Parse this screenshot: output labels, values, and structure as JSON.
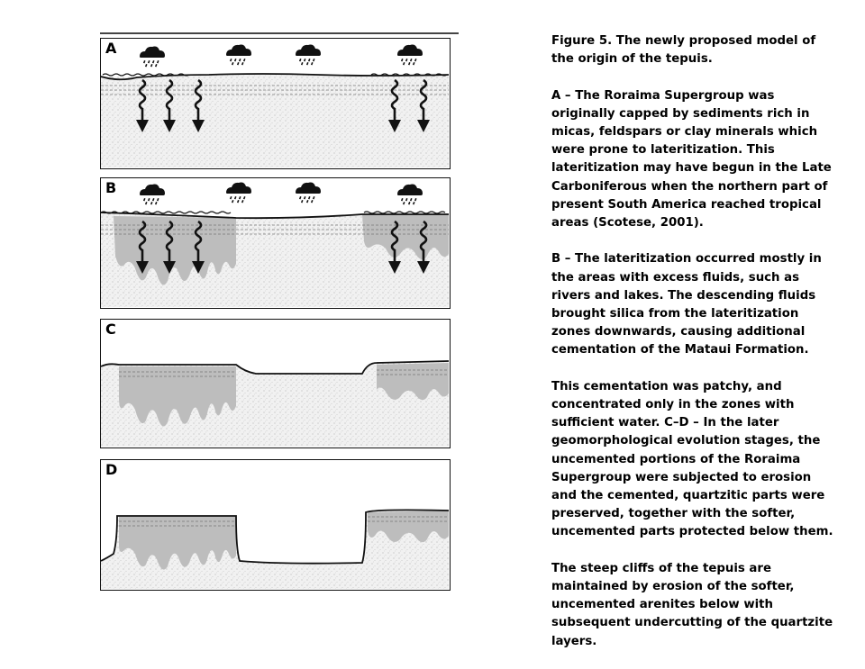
{
  "panels": {
    "a": {
      "label": "A"
    },
    "b": {
      "label": "B"
    },
    "c": {
      "label": "C"
    },
    "d": {
      "label": "D"
    }
  },
  "caption": {
    "title": "Figure 5. The newly proposed model of the origin of the tepuis.",
    "para_a": "A – The Roraima Supergroup was originally capped by sediments rich in micas, feldspars or clay minerals which were prone to lateritization. This lateritization may have begun in the Late Carboniferous when the northern part of present South America reached tropical areas (Scotese, 2001).",
    "para_b": "B – The lateritization occurred mostly in the areas with excess fluids, such as rivers and lakes. The descending fluids brought silica from the lateritization zones downwards, causing additional cementation of the Mataui Formation.",
    "para_c": "This cementation was patchy, and concentrated only in the zones with sufficient water. C–D – In the later geomorphological evolution stages, the uncemented portions of the Roraima Supergroup were subjected to erosion and the cemented, quartzitic parts were preserved, together with the softer, uncemented parts protected below them.",
    "para_d": "The steep cliffs of the tepuis are maintained by erosion of the softer, uncemented arenites below with subsequent undercutting of the quartzite layers."
  }
}
